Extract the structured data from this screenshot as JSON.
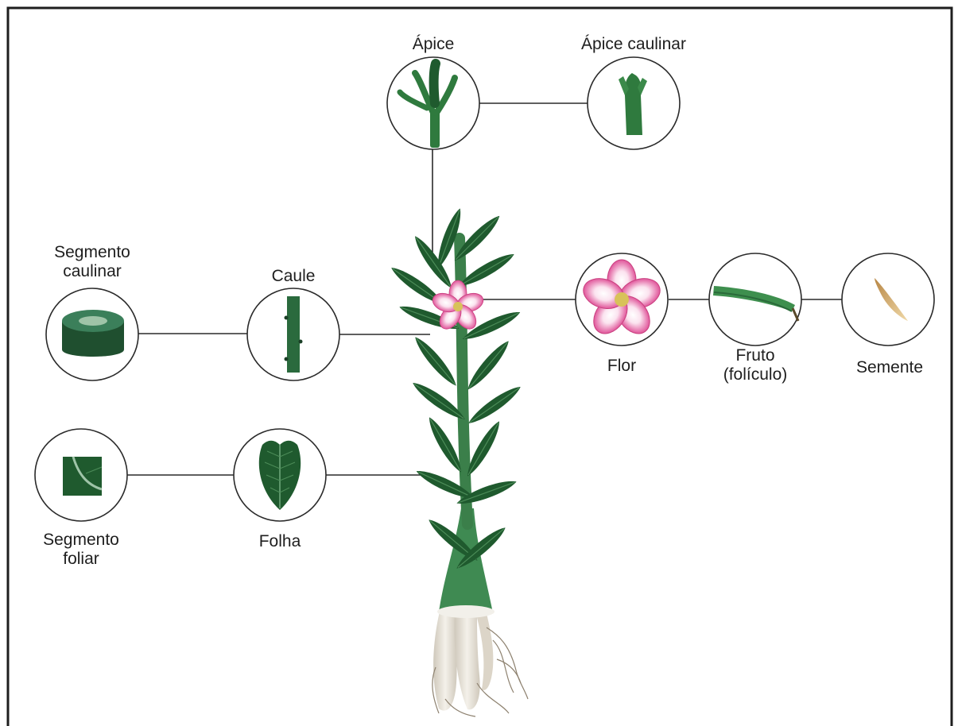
{
  "nodes": {
    "apice": {
      "label": "Ápice"
    },
    "apice_caulinar": {
      "label": "Ápice caulinar"
    },
    "segmento_caulinar": {
      "label_line1": "Segmento",
      "label_line2": "caulinar"
    },
    "caule": {
      "label": "Caule"
    },
    "flor": {
      "label": "Flor"
    },
    "fruto": {
      "label_line1": "Fruto",
      "label_line2": "(folículo)"
    },
    "semente": {
      "label": "Semente"
    },
    "segmento_foliar": {
      "label_line1": "Segmento",
      "label_line2": "foliar"
    },
    "folha": {
      "label": "Folha"
    }
  },
  "colors": {
    "line": "#2a2a2a",
    "leaf_dark": "#1f5a2e",
    "leaf_mid": "#2f7a3e",
    "stem": "#3b7f4a",
    "flower_pink": "#e0559a",
    "flower_light": "#fbe3ef",
    "flower_center": "#d8c25a",
    "root": "#e9e4da",
    "seed": "#d6a864"
  }
}
